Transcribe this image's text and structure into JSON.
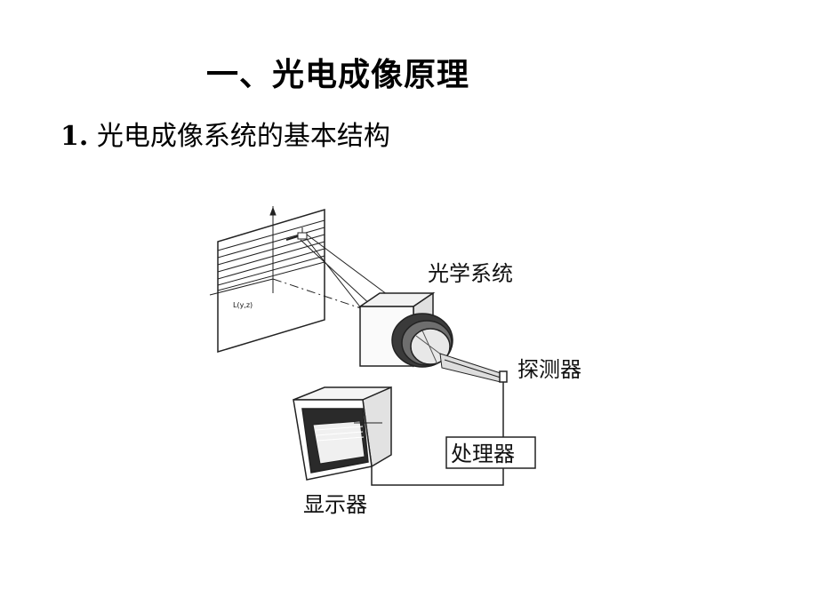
{
  "slide": {
    "title": "一、光电成像原理",
    "subtitle_number": "1.",
    "subtitle_text": "光电成像系统的基本结构"
  },
  "diagram": {
    "scene_label": "L(y,z)",
    "optics_label": "光学系统",
    "detector_label": "探测器",
    "processor_label": "处理器",
    "display_label": "显示器"
  }
}
